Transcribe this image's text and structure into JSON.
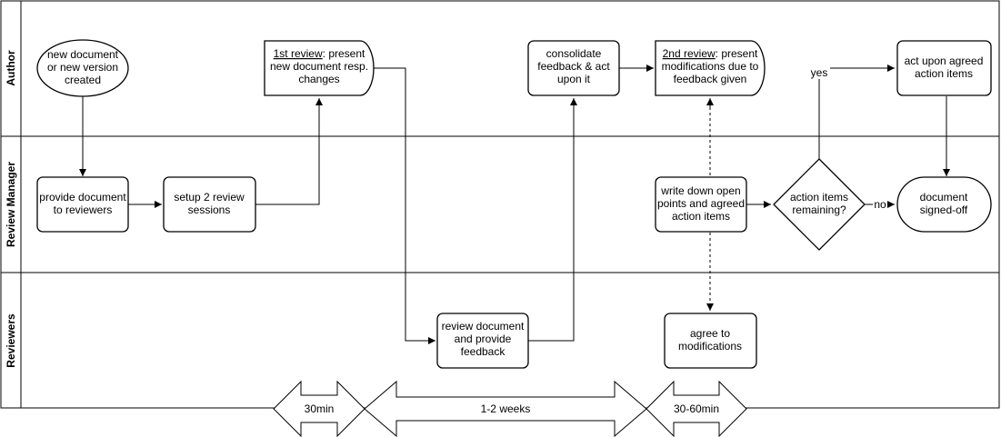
{
  "lanes": {
    "author": "Author",
    "manager": "Review Manager",
    "reviewers": "Reviewers"
  },
  "nodes": {
    "new_doc": [
      "new document",
      "or new version",
      "created"
    ],
    "first_review": {
      "underlined": "1st review",
      "line1_rest": ": present",
      "line2": "new document resp.",
      "line3": "changes"
    },
    "consolidate": [
      "consolidate",
      "feedback & act",
      "upon it"
    ],
    "second_review": {
      "underlined": "2nd review",
      "line1_rest": ": present",
      "line2": "modifications due to",
      "line3": "feedback given"
    },
    "act_upon": [
      "act upon agreed",
      "action items"
    ],
    "provide_doc": [
      "provide document",
      "to reviewers"
    ],
    "setup": [
      "setup 2 review",
      "sessions"
    ],
    "write_down": [
      "write down open",
      "points and agreed",
      "action items"
    ],
    "decision": [
      "action items",
      "remaining?"
    ],
    "signed_off": [
      "document",
      "signed-off"
    ],
    "review_doc": [
      "review document",
      "and provide",
      "feedback"
    ],
    "agree": [
      "agree to",
      "modifications"
    ]
  },
  "edge_labels": {
    "yes": "yes",
    "no": "no"
  },
  "timeline": {
    "phase1": "30min",
    "phase2": "1-2 weeks",
    "phase3": "30-60min"
  }
}
